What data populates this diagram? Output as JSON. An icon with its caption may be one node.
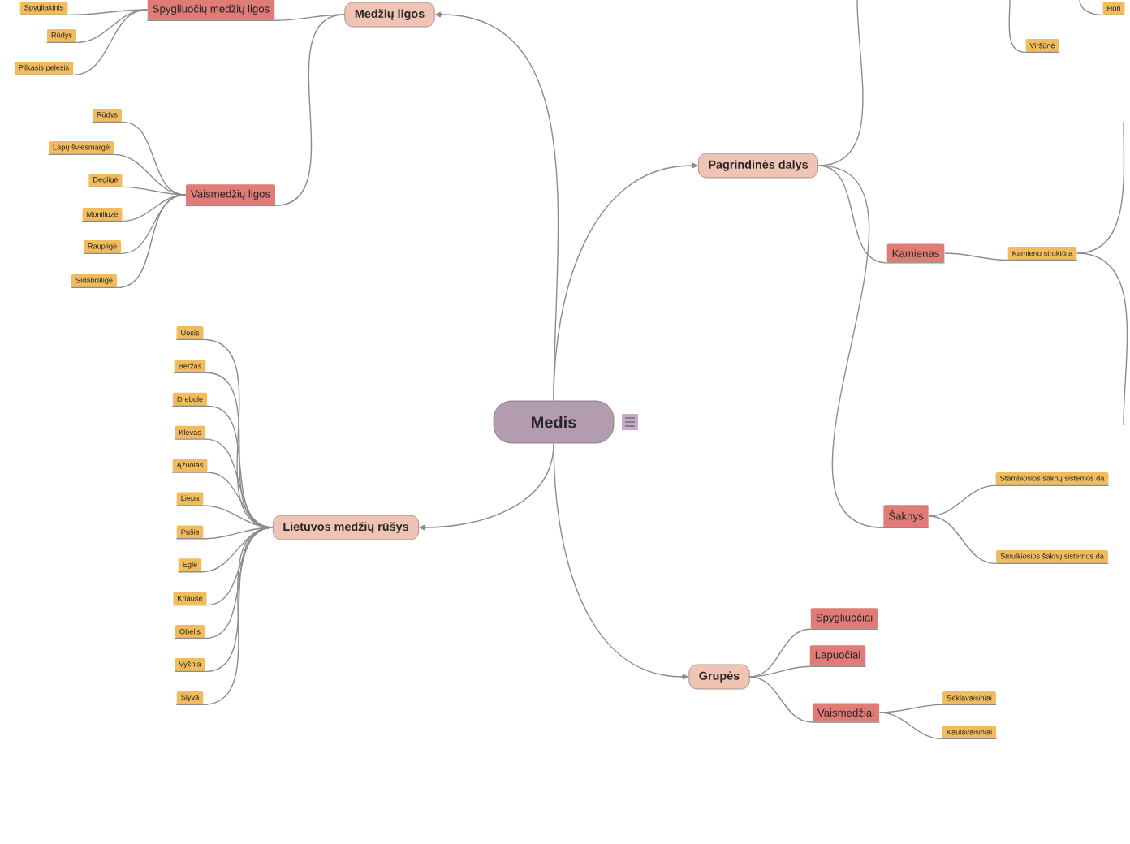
{
  "diagram": {
    "nodes": [
      {
        "text": [
          "Medis"
        ]
      },
      {
        "text": [
          "Medžių ligos"
        ]
      },
      {
        "text": [
          "Spygliuočių medžių ligos"
        ]
      },
      {
        "text": [
          "Spygliakinis"
        ]
      },
      {
        "text": [
          "Rūdys"
        ]
      },
      {
        "text": [
          "Pilkasis pelėsis"
        ]
      },
      {
        "text": [
          "Vaismedžių ligos"
        ]
      },
      {
        "text": [
          "Rūdys"
        ]
      },
      {
        "text": [
          "Lapų šviesmargė"
        ]
      },
      {
        "text": [
          "Degligė"
        ]
      },
      {
        "text": [
          "Moniliozė"
        ]
      },
      {
        "text": [
          "Raupligė"
        ]
      },
      {
        "text": [
          "Sidabraligė"
        ]
      },
      {
        "text": [
          "Lietuvos medžių rūšys"
        ]
      },
      {
        "text": [
          "Uosis"
        ]
      },
      {
        "text": [
          "Beržas"
        ]
      },
      {
        "text": [
          "Drebulė"
        ]
      },
      {
        "text": [
          "Klevas"
        ]
      },
      {
        "text": [
          "Ąžuolas"
        ]
      },
      {
        "text": [
          "Liepa"
        ]
      },
      {
        "text": [
          "Pušis"
        ]
      },
      {
        "text": [
          "Eglė"
        ]
      },
      {
        "text": [
          "Kriaušė"
        ]
      },
      {
        "text": [
          "Obelis"
        ]
      },
      {
        "text": [
          "Vyšnia"
        ]
      },
      {
        "text": [
          "Slyva"
        ]
      },
      {
        "text": [
          "Pagrindinės dalys"
        ]
      },
      {
        "text": [
          "Viršūnė"
        ]
      },
      {
        "text": [
          "Hori"
        ]
      },
      {
        "text": [
          "Kamienas"
        ]
      },
      {
        "text": [
          "Kamieno struktūra"
        ]
      },
      {
        "text": [
          "Šaknys"
        ]
      },
      {
        "text": [
          "Stambiosios šaknų sistemos da"
        ]
      },
      {
        "text": [
          "Smulkiosios šaknų sistemos da"
        ]
      },
      {
        "text": [
          "Grupės"
        ]
      },
      {
        "text": [
          "Spygliuočiai"
        ]
      },
      {
        "text": [
          "Lapuočiai"
        ]
      },
      {
        "text": [
          "Vaismedžiai"
        ]
      },
      {
        "text": [
          "Sėklavaisiniai"
        ]
      },
      {
        "text": [
          "Kaulavaisiniai"
        ]
      }
    ],
    "edges": [
      {
        "from": 0,
        "to": 1,
        "arrow": "to"
      },
      {
        "from": 0,
        "to": 13,
        "arrow": "to"
      },
      {
        "from": 0,
        "to": 26,
        "arrow": "to"
      },
      {
        "from": 0,
        "to": 34,
        "arrow": "to"
      },
      {
        "from": 1,
        "to": 2,
        "arrow": "none"
      },
      {
        "from": 1,
        "to": 6,
        "arrow": "none"
      },
      {
        "from": 2,
        "to": 3,
        "arrow": "none"
      },
      {
        "from": 2,
        "to": 4,
        "arrow": "none"
      },
      {
        "from": 2,
        "to": 5,
        "arrow": "none"
      },
      {
        "from": 6,
        "to": 7,
        "arrow": "none"
      },
      {
        "from": 6,
        "to": 8,
        "arrow": "none"
      },
      {
        "from": 6,
        "to": 9,
        "arrow": "none"
      },
      {
        "from": 6,
        "to": 10,
        "arrow": "none"
      },
      {
        "from": 6,
        "to": 11,
        "arrow": "none"
      },
      {
        "from": 6,
        "to": 12,
        "arrow": "none"
      },
      {
        "from": 13,
        "to": 14,
        "arrow": "none"
      },
      {
        "from": 13,
        "to": 15,
        "arrow": "none"
      },
      {
        "from": 13,
        "to": 16,
        "arrow": "none"
      },
      {
        "from": 13,
        "to": 17,
        "arrow": "none"
      },
      {
        "from": 13,
        "to": 18,
        "arrow": "none"
      },
      {
        "from": 13,
        "to": 19,
        "arrow": "none"
      },
      {
        "from": 13,
        "to": 20,
        "arrow": "none"
      },
      {
        "from": 13,
        "to": 21,
        "arrow": "none"
      },
      {
        "from": 13,
        "to": 22,
        "arrow": "none"
      },
      {
        "from": 13,
        "to": 23,
        "arrow": "none"
      },
      {
        "from": 13,
        "to": 24,
        "arrow": "none"
      },
      {
        "from": 13,
        "to": 25,
        "arrow": "none"
      },
      {
        "from": 26,
        "to": null,
        "arrow": "none"
      },
      {
        "from": null,
        "to": 27,
        "arrow": "none"
      },
      {
        "from": null,
        "to": 28,
        "arrow": "none"
      },
      {
        "from": 26,
        "to": 29,
        "arrow": "none"
      },
      {
        "from": 26,
        "to": 31,
        "arrow": "none"
      },
      {
        "from": 29,
        "to": 30,
        "arrow": "none"
      },
      {
        "from": 30,
        "to": null,
        "arrow": "none"
      },
      {
        "from": 30,
        "to": null,
        "arrow": "none"
      },
      {
        "from": 31,
        "to": 32,
        "arrow": "none"
      },
      {
        "from": 31,
        "to": 33,
        "arrow": "none"
      },
      {
        "from": 34,
        "to": 35,
        "arrow": "none"
      },
      {
        "from": 34,
        "to": 36,
        "arrow": "none"
      },
      {
        "from": 34,
        "to": 37,
        "arrow": "none"
      },
      {
        "from": 37,
        "to": 38,
        "arrow": "none"
      },
      {
        "from": 37,
        "to": 39,
        "arrow": "none"
      }
    ]
  }
}
